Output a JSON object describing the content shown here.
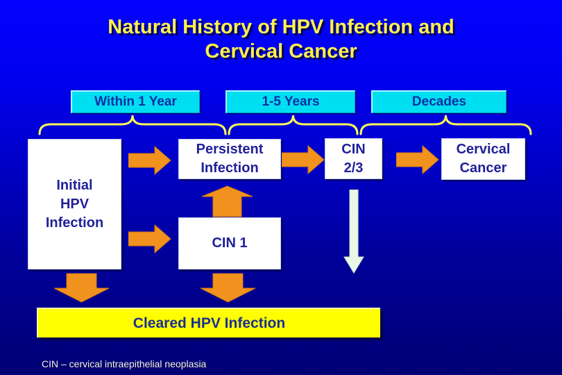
{
  "title": {
    "line1": "Natural History of HPV Infection and",
    "line2": "Cervical Cancer"
  },
  "timeline": {
    "within_1_year": "Within 1 Year",
    "one_to_five_years": "1-5 Years",
    "decades": "Decades"
  },
  "flow": {
    "initial_hpv_infection": "Initial\nHPV\nInfection",
    "persistent_infection": "Persistent\nInfection",
    "cin_1": "CIN 1",
    "cin_2_3": "CIN\n2/3",
    "cervical_cancer": "Cervical\nCancer",
    "cleared_hpv_infection": "Cleared HPV Infection"
  },
  "footnote": "CIN – cervical intraepithelial neoplasia",
  "icons": {
    "right_arrow": "block-arrow-right",
    "up_arrow": "block-arrow-up",
    "down_arrow": "block-arrow-down",
    "pale_down_arrow": "thin-arrow-down",
    "brace": "curly-brace-up"
  },
  "colors": {
    "bg-top": "#0202fe",
    "bg-bottom": "#000074",
    "title-yellow": "#fff14d",
    "brace-yellow": "#ffff55",
    "arrow-orange": "#f2921e",
    "box-cyan": "#00dff2",
    "box-white": "#ffffff",
    "cleared-yellow": "#ffff00",
    "text-navy": "#20209a",
    "pale-arrow": "#eaf7e6"
  }
}
